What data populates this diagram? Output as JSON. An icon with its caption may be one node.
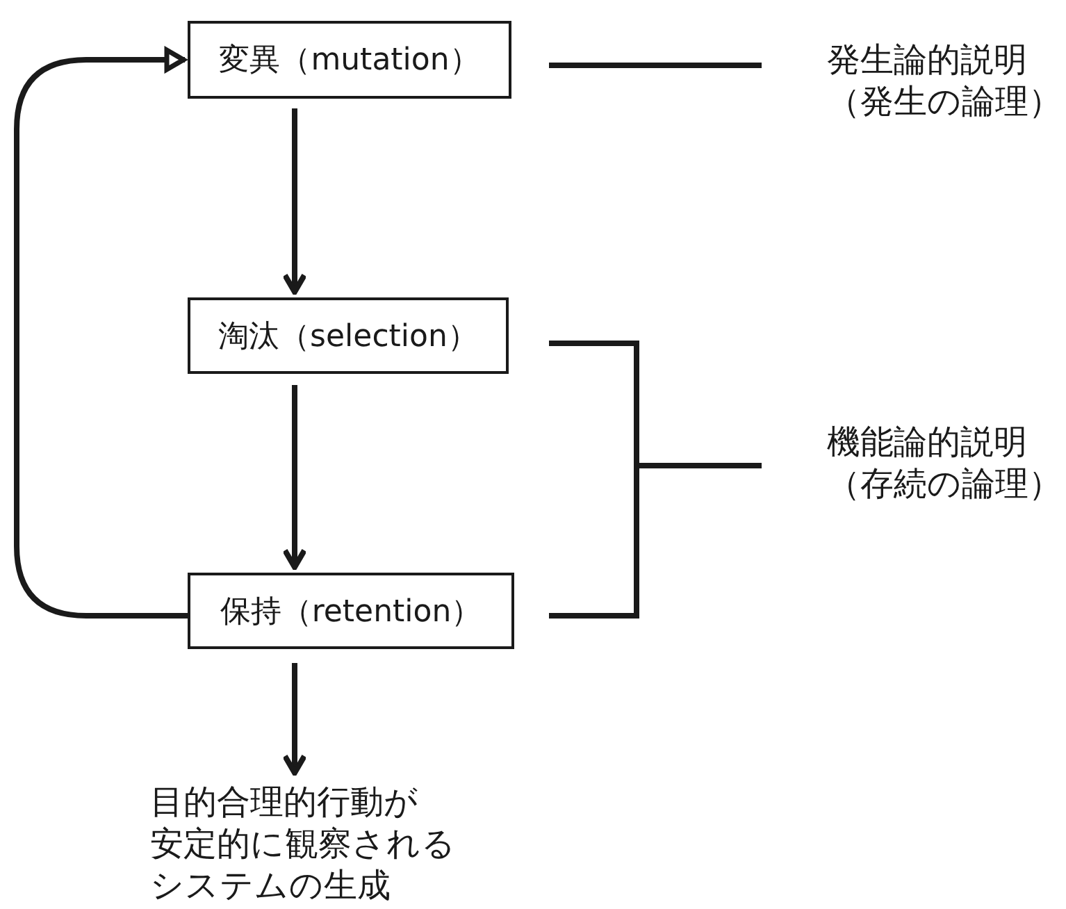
{
  "diagram": {
    "nodes": [
      {
        "text": [
          "変異（mutation）"
        ]
      },
      {
        "text": [
          "淘汰（selection）"
        ]
      },
      {
        "text": [
          "保持（retention）"
        ]
      },
      {
        "text": [
          "発生論的説明（発生の論理）"
        ]
      },
      {
        "text": [
          "機能論的説明（存続の論理）"
        ]
      },
      {
        "text": [
          "目的合理的行動が安定的に観察されるシステムの生成"
        ]
      }
    ],
    "edges": [
      {
        "from": 0,
        "to": 1,
        "arrow": "to"
      },
      {
        "from": 1,
        "to": 2,
        "arrow": "to"
      },
      {
        "from": 2,
        "to": 0,
        "arrow": "to"
      },
      {
        "from": 0,
        "to": 3,
        "arrow": "none"
      },
      {
        "from": 1,
        "to": 4,
        "arrow": "none"
      },
      {
        "from": 2,
        "to": 4,
        "arrow": "none"
      },
      {
        "from": 2,
        "to": 5,
        "arrow": "to"
      }
    ]
  }
}
